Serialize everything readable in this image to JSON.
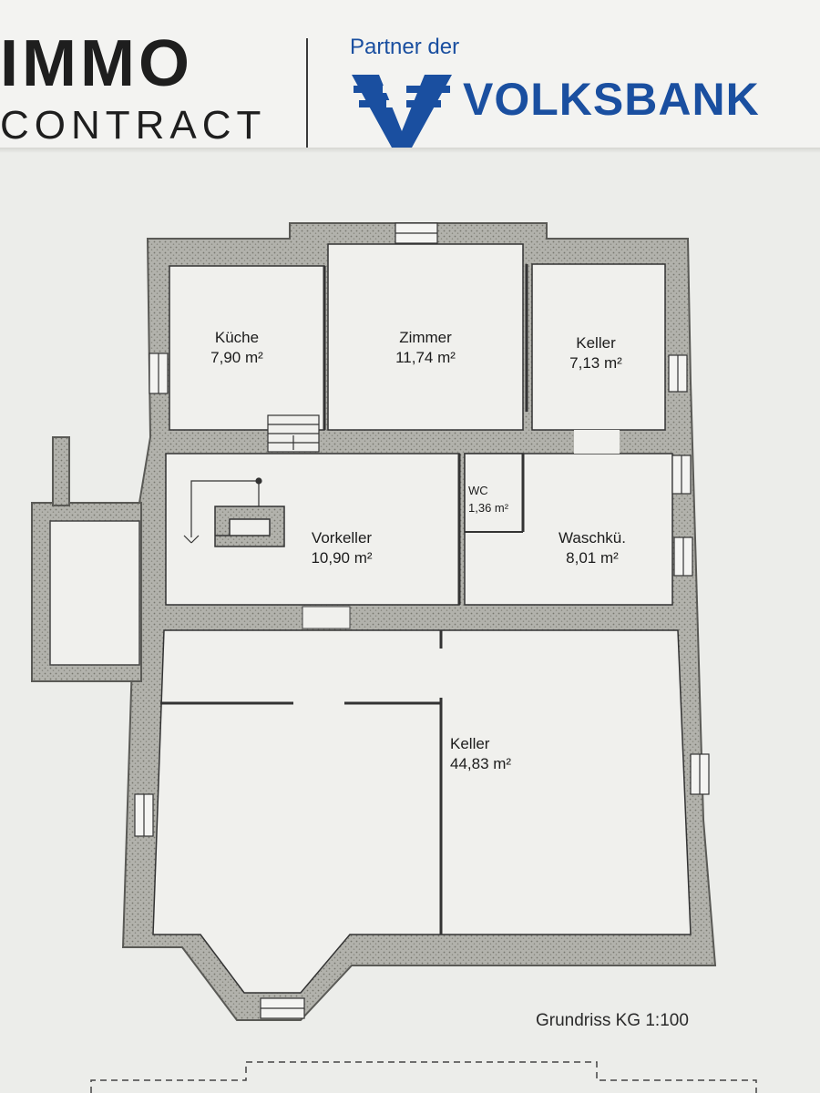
{
  "header": {
    "brand_line1": "IMMO",
    "brand_line2": "CONTRACT",
    "partner_text": "Partner der",
    "partner_name": "VOLKSBANK",
    "brand_color": "#1a4fa0"
  },
  "colors": {
    "wall_fill": "#a9a9a3",
    "wall_stroke": "#5a5a56",
    "floor": "#f0f0ed",
    "paper": "#ecedea"
  },
  "rooms": [
    {
      "id": "kueche",
      "name": "Küche",
      "area": "7,90 m²"
    },
    {
      "id": "zimmer",
      "name": "Zimmer",
      "area": "11,74 m²"
    },
    {
      "id": "keller-1",
      "name": "Keller",
      "area": "7,13 m²"
    },
    {
      "id": "wc",
      "name": "WC",
      "area": "1,36 m²"
    },
    {
      "id": "vorkeller",
      "name": "Vorkeller",
      "area": "10,90 m²"
    },
    {
      "id": "waschkue",
      "name": "Waschkü.",
      "area": "8,01 m²"
    },
    {
      "id": "keller-2",
      "name": "Keller",
      "area": "44,83 m²"
    }
  ],
  "caption": "Grundriss KG 1:100"
}
